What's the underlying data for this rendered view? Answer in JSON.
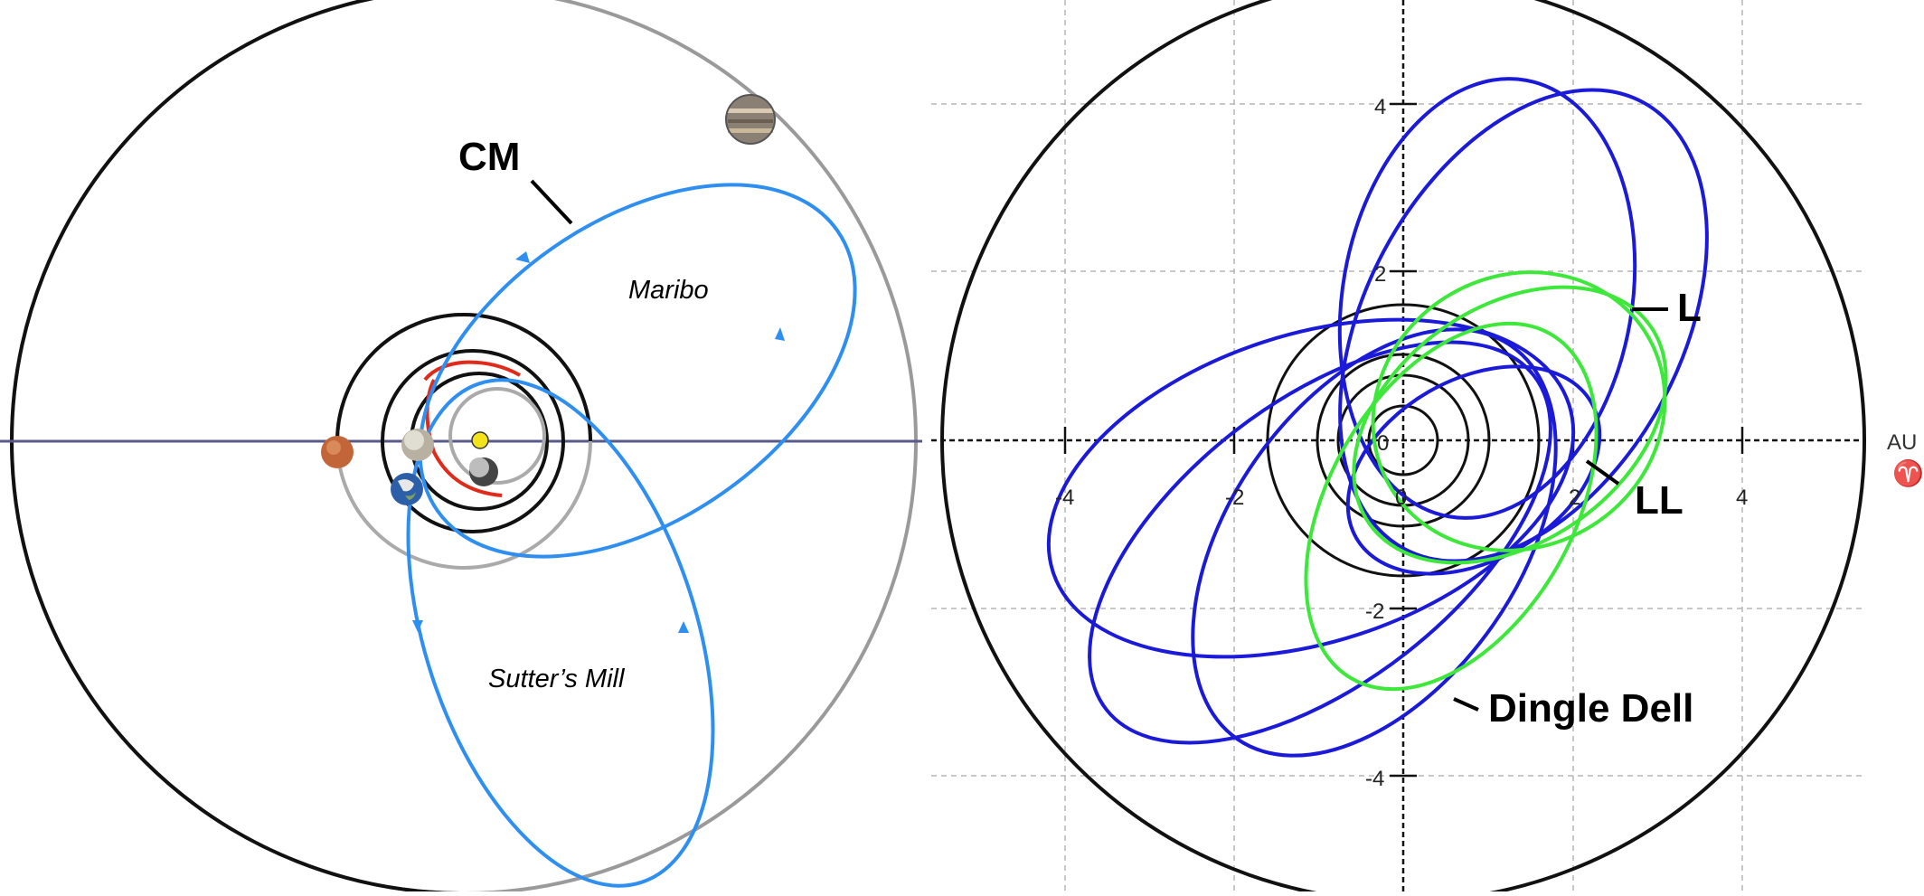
{
  "left_panel": {
    "labels": {
      "cm": "CM",
      "maribo": "Maribo",
      "sutters_mill": "Sutter’s Mill"
    },
    "colors": {
      "orbit_blue": "#2e8ff0",
      "orbit_red": "#e02a1a",
      "ecliptic_line": "#5a5a8a"
    }
  },
  "right_panel": {
    "labels": {
      "l": "L",
      "ll": "LL",
      "dingle_dell": "Dingle Dell",
      "au": "AU",
      "vernal": "♈"
    },
    "ticks": {
      "x": [
        "-4",
        "-2",
        "0",
        "2",
        "4"
      ],
      "y": [
        "4",
        "2",
        "0",
        "-2",
        "-4"
      ]
    },
    "colors": {
      "orbit_blue": "#1a1ad8",
      "orbit_green": "#3ee83a"
    }
  }
}
